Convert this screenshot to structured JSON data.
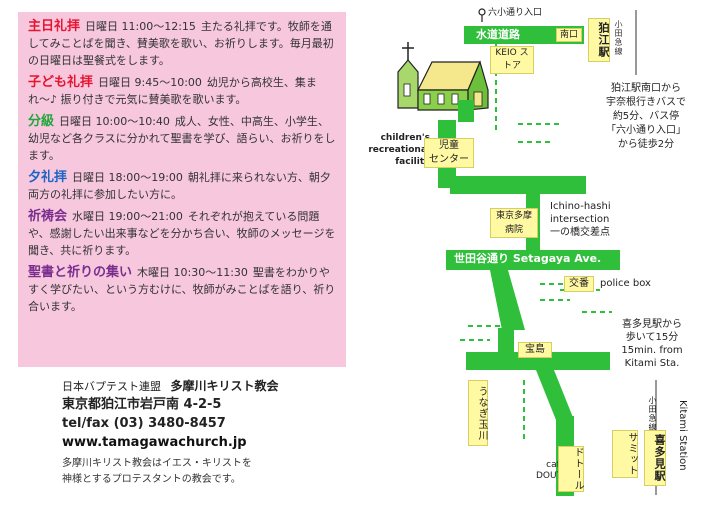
{
  "schedule": [
    {
      "name": "主日礼拝",
      "name_color": "#e8132e",
      "time": "日曜日 11:00〜12:15",
      "desc": "主たる礼拝です。牧師を通してみことばを聞き、賛美歌を歌い、お祈りします。毎月最初の日曜日は聖餐式をします。"
    },
    {
      "name": "子ども礼拝",
      "name_color": "#e8132e",
      "time": "日曜日 9:45〜10:00",
      "desc": "幼児から高校生、集まれ〜♪ 振り付きで元気に賛美歌を歌います。"
    },
    {
      "name": "分級",
      "name_color": "#23a53c",
      "time": "日曜日 10:00〜10:40",
      "desc": "成人、女性、中高生、小学生、幼児など各クラスに分かれて聖書を学び、語らい、お祈りをします。"
    },
    {
      "name": "夕礼拝",
      "name_color": "#1a63c7",
      "time": "日曜日 18:00〜19:00",
      "desc": "朝礼拝に来られない方、朝夕両方の礼拝に参加したい方に。"
    },
    {
      "name": "祈祷会",
      "name_color": "#7a2f8f",
      "time": "水曜日 19:00〜21:00",
      "desc": "それぞれが抱えている問題や、感謝したい出来事などを分かち合い、牧師のメッセージを聞き、共に祈ります。"
    },
    {
      "name": "聖書と祈りの集い",
      "name_color": "#7a2f8f",
      "time": "木曜日 10:30〜11:30",
      "desc": "聖書をわかりやすく学びたい、という方むけに、牧師がみことばを語り、祈り合います。"
    }
  ],
  "info": {
    "org": "日本バプテスト連盟",
    "church": "多摩川キリスト教会",
    "address": "東京都狛江市岩戸南 4-2-5",
    "tel": "tel/fax (03) 3480-8457",
    "url": "www.tamagawachurch.jp",
    "note1": "多摩川キリスト教会はイエス・キリストを",
    "note2": "神様とするプロテスタントの教会です。"
  },
  "map": {
    "bus_stop": "六小通り入口",
    "road_top": "水道道路",
    "minami_guchi": "南口",
    "komae_station": "狛江駅",
    "odakyu_line": "小田急線",
    "keio_store": "KEIO ストア",
    "bus_note_1": "狛江駅南口から",
    "bus_note_2": "宇奈根行きバスで",
    "bus_note_3": "約5分、バス停",
    "bus_note_4": "「六小通り入口」",
    "bus_note_5": "から徒歩2分",
    "childrens_en_1": "children's",
    "childrens_en_2": "recreational",
    "childrens_en_3": "facility",
    "childrens_jp_1": "児童",
    "childrens_jp_2": "センター",
    "hospital_1": "東京多摩",
    "hospital_2": "病院",
    "ichino_en_1": "Ichino-hashi",
    "ichino_en_2": "intersection",
    "ichino_jp": "一の橋交差点",
    "setagaya": "世田谷通り Setagaya Ave.",
    "koban": "交番",
    "police_box": "police box",
    "walk_note_1": "喜多見駅から",
    "walk_note_2": "歩いて15分",
    "walk_note_3": "15min. from",
    "walk_note_4": "Kitami Sta.",
    "takarajima": "宝島",
    "unagi": "うなぎ玉川",
    "cafe_1": "cafe",
    "cafe_2": "DOUTOR",
    "dotoru": "ドトール",
    "summit": "サミット",
    "kitami_odakyu": "小田急線",
    "kitami_jp": "喜多見駅",
    "kitami_en": "Kitami Station",
    "colors": {
      "road": "#2fbf3a",
      "yellow": "#fff9a3",
      "pink": "#f6c7dd"
    }
  }
}
